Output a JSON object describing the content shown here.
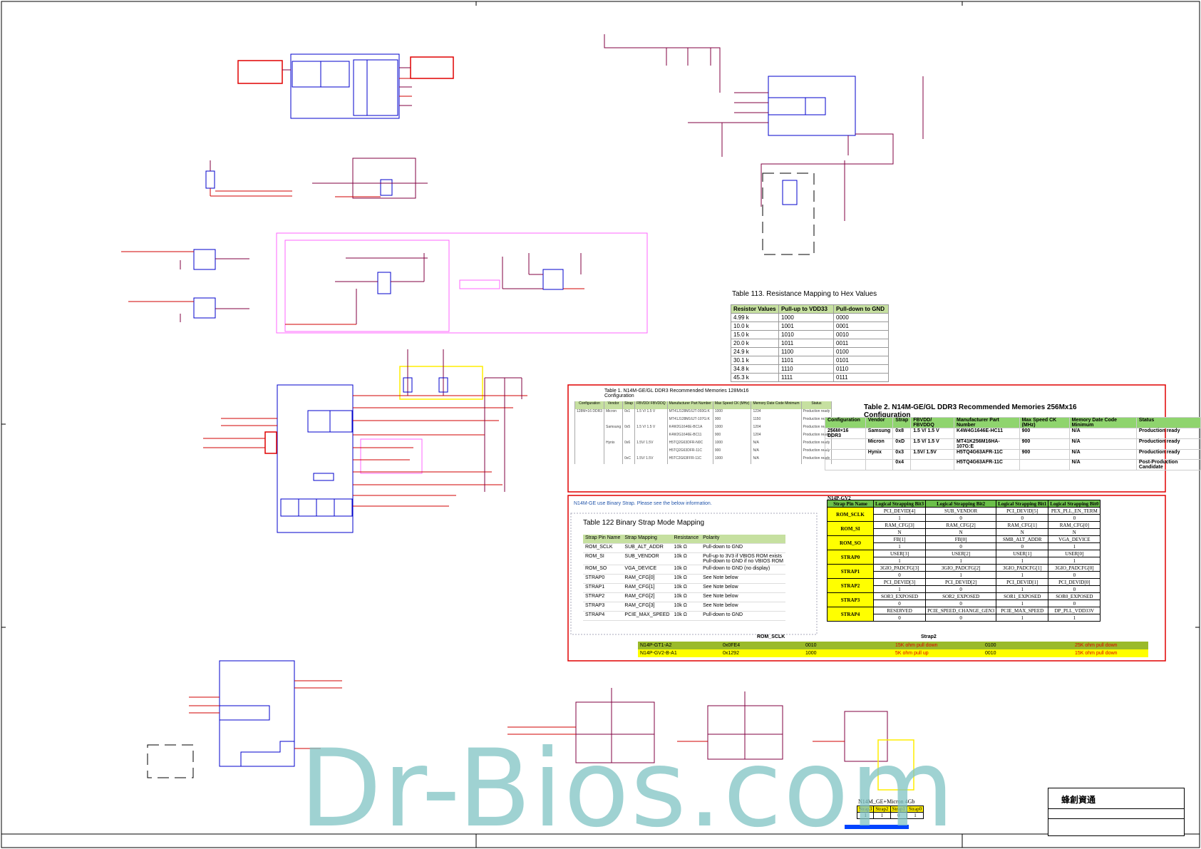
{
  "table113": {
    "title": "Table 113.   Resistance Mapping to Hex Values",
    "headers": [
      "Resistor Values",
      "Pull-up to VDD33",
      "Pull-down to GND"
    ],
    "rows": [
      [
        "4.99 k",
        "1000",
        "0000"
      ],
      [
        "10.0 k",
        "1001",
        "0001"
      ],
      [
        "15.0 k",
        "1010",
        "0010"
      ],
      [
        "20.0 k",
        "1011",
        "0011"
      ],
      [
        "24.9 k",
        "1100",
        "0100"
      ],
      [
        "30.1 k",
        "1101",
        "0101"
      ],
      [
        "34.8 k",
        "1110",
        "0110"
      ],
      [
        "45.3 k",
        "1111",
        "0111"
      ]
    ]
  },
  "table1": {
    "title": "Table 1.        N14M-GE/GL DDR3 Recommended Memories 128Mx16 Configuration",
    "headers": [
      "Configuration",
      "Vendor",
      "Strap",
      "FBVDD/ FBVDDQ",
      "Manufacturer Part Number",
      "Max Speed CK (MHz)",
      "Memory Date Code Minimum",
      "Status"
    ],
    "rows": [
      [
        "128M×16 DDR3",
        "Micron",
        "0x1",
        "1.5 V/ 1.5 V",
        "MT41J128M16JT-093G:K",
        "1000",
        "1234",
        "Production ready"
      ],
      [
        "",
        "",
        "",
        "",
        "MT41J128M16JT-107G:K",
        "900",
        "1150",
        "Production ready"
      ],
      [
        "",
        "Samsung",
        "0x5",
        "1.5 V/ 1.5 V",
        "K4W2G1646E-BC1A",
        "1000",
        "1204",
        "Production ready"
      ],
      [
        "",
        "",
        "",
        "",
        "K4W2G1646E-BC11",
        "900",
        "1204",
        "Production ready"
      ],
      [
        "",
        "Hynix",
        "0x6",
        "1.5V/ 1.5V",
        "H5TQ2G63DFR-N0C",
        "1000",
        "N/A",
        "Production ready"
      ],
      [
        "",
        "",
        "",
        "",
        "H5TQ2G63DFR-11C",
        "900",
        "N/A",
        "Production ready"
      ],
      [
        "",
        "",
        "0xC",
        "1.5V/ 1.5V",
        "H5TC2G63FFR-11C",
        "1000",
        "N/A",
        "Production ready"
      ]
    ]
  },
  "table2": {
    "title": "Table 2.        N14M-GE/GL DDR3 Recommended Memories 256Mx16 Configuration",
    "headers": [
      "Configuration",
      "Vendor",
      "Strap",
      "FBVDD/ FBVDDQ",
      "Manufacturer Part Number",
      "Max Speed CK (MHz)",
      "Memory Date Code Minimum",
      "Status"
    ],
    "rows": [
      [
        "256M×16 DDR3",
        "Samsung",
        "0x8",
        "1.5 V/ 1.5 V",
        "K4W4G1646E-HC11",
        "900",
        "N/A",
        "Production ready"
      ],
      [
        "",
        "Micron",
        "0xD",
        "1.5 V/ 1.5 V",
        "MT41K256M16HA-107G:E",
        "900",
        "N/A",
        "Production ready"
      ],
      [
        "",
        "Hynix",
        "0x3",
        "1.5V/ 1.5V",
        "H5TQ4G63AFR-11C",
        "900",
        "N/A",
        "Production ready"
      ],
      [
        "",
        "",
        "0x4",
        "",
        "H5TQ4G63AFR-11C",
        "",
        "N/A",
        "Post-Production Candidate"
      ]
    ]
  },
  "table122": {
    "note": "N14M-GE use Binary Strap. Please see the below information.",
    "title": "Table 122    Binary Strap Mode Mapping",
    "headers": [
      "Strap Pin Name",
      "Strap Mapping",
      "Resistance",
      "Polarity"
    ],
    "rows": [
      [
        "ROM_SCLK",
        "SUB_ALT_ADDR",
        "10k Ω",
        "Pull-down to GND"
      ],
      [
        "ROM_SI",
        "SUB_VENDOR",
        "10k Ω",
        "Pull-up to 3V3 if VBIOS ROM exists\nPull-down to GND if no VBIOS ROM"
      ],
      [
        "ROM_SO",
        "VGA_DEVICE",
        "10k Ω",
        "Pull-down to GND (no display)"
      ],
      [
        "STRAP0",
        "RAM_CFG[0]",
        "10k Ω",
        "See Note below"
      ],
      [
        "STRAP1",
        "RAM_CFG[1]",
        "10k Ω",
        "See Note below"
      ],
      [
        "STRAP2",
        "RAM_CFG[2]",
        "10k Ω",
        "See Note below"
      ],
      [
        "STRAP3",
        "RAM_CFG[3]",
        "10k Ω",
        "See Note below"
      ],
      [
        "STRAP4",
        "PCIE_MAX_SPEED",
        "10k Ω",
        "Pull-down to GND"
      ]
    ]
  },
  "strap_table": {
    "tag": "N14P-GV2",
    "headers": [
      "Strap Pin Name",
      "Logical Strapping Bit3",
      "Logical Strapping Bit2",
      "Logical Strapping Bit1",
      "Logical Strapping Bit0"
    ],
    "rows": [
      {
        "pin": "ROM_SCLK",
        "names": [
          "PCI_DEVID[4]",
          "SUB_VENDOR",
          "PCI_DEVID[5]",
          "PEX_PLL_EN_TERM"
        ],
        "values": [
          "1",
          "0",
          "0",
          "0"
        ]
      },
      {
        "pin": "ROM_SI",
        "names": [
          "RAM_CFG[3]",
          "RAM_CFG[2]",
          "RAM_CFG[1]",
          "RAM_CFG[0]"
        ],
        "values": [
          "N",
          "N",
          "N",
          "N"
        ]
      },
      {
        "pin": "ROM_SO",
        "names": [
          "FB[1]",
          "FB[0]",
          "SMB_ALT_ADDR",
          "VGA_DEVICE"
        ],
        "values": [
          "1",
          "0",
          "0",
          "1"
        ]
      },
      {
        "pin": "STRAP0",
        "names": [
          "USER[3]",
          "USER[2]",
          "USER[1]",
          "USER[0]"
        ],
        "values": [
          "1",
          "1",
          "1",
          "1"
        ]
      },
      {
        "pin": "STRAP1",
        "names": [
          "3GIO_PADCFG[3]",
          "3GIO_PADCFG[2]",
          "3GIO_PADCFG[1]",
          "3GIO_PADCFG[0]"
        ],
        "values": [
          "0",
          "1",
          "1",
          "0"
        ]
      },
      {
        "pin": "STRAP2",
        "names": [
          "PCI_DEVID[3]",
          "PCI_DEVID[2]",
          "PCI_DEVID[1]",
          "PCI_DEVID[0]"
        ],
        "values": [
          "1",
          "0",
          "1",
          "0"
        ]
      },
      {
        "pin": "STRAP3",
        "names": [
          "SOR3_EXPOSED",
          "SOR2_EXPOSED",
          "SOR1_EXPOSED",
          "SOR0_EXPOSED"
        ],
        "values": [
          "0",
          "0",
          "1",
          "0"
        ]
      },
      {
        "pin": "STRAP4",
        "names": [
          "RESERVED",
          "PCIE_SPEED_CHANGE_GEN3",
          "PCIE_MAX_SPEED",
          "DP_PLL_VDD33V"
        ],
        "values": [
          "0",
          "0",
          "1",
          "1"
        ]
      }
    ]
  },
  "rom_table": {
    "col1": "ROM_SCLK",
    "col2": "Strap2",
    "rows": [
      [
        "N14P-GT1-A2",
        "0x0FE4",
        "0010",
        "15K ohm pull down",
        "0100",
        "25K ohm pull down"
      ],
      [
        "N14P-GV2-B-A1",
        "0x1292",
        "1000",
        "5K ohm pull up",
        "0010",
        "15K ohm pull down"
      ]
    ]
  },
  "mini_table": {
    "title": "N14M_GE+Micron 4Gb",
    "headers": [
      "Strap3",
      "Strap2",
      "Strap1",
      "Strap0"
    ],
    "values": [
      "1",
      "1",
      "0",
      "1"
    ]
  },
  "title_block": {
    "text": "蜂創資通"
  },
  "watermark": "Dr-Bios.com",
  "colors": {
    "wire": "#d00000",
    "part": "#0000cc",
    "net": "#800040",
    "accent_pink": "#ff66ff",
    "accent_yellow": "#ffee00",
    "frame_red": "#e00000"
  }
}
